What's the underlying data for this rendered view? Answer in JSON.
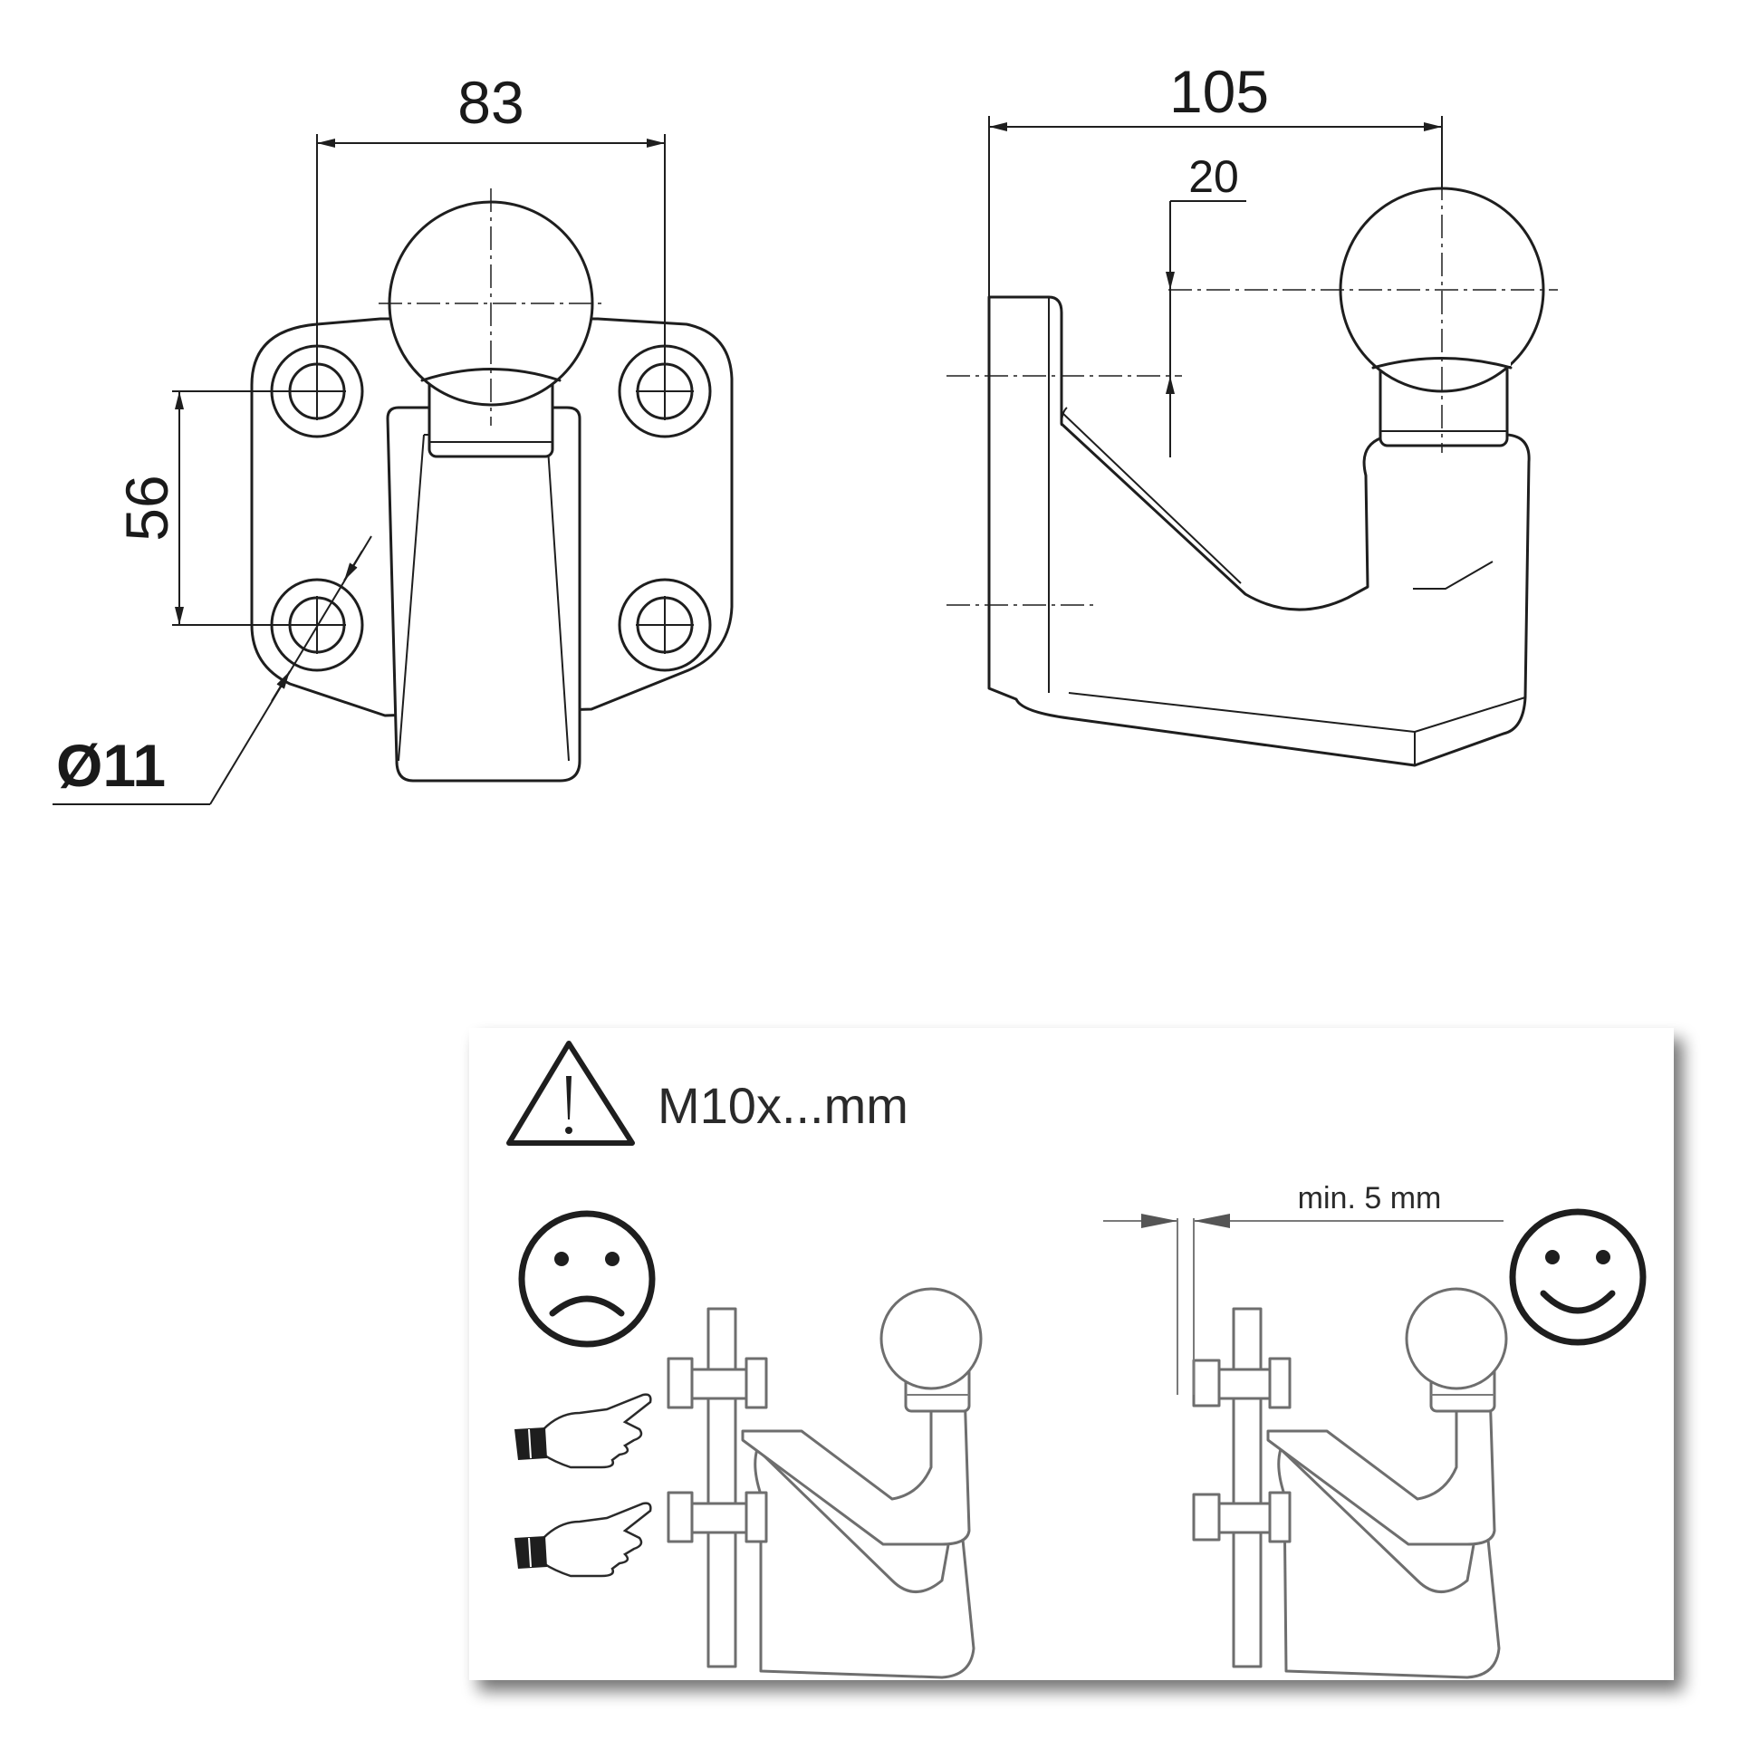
{
  "top_view": {
    "dim_width": "83",
    "dim_height": "56",
    "dim_hole": "Ø11"
  },
  "side_view": {
    "dim_length": "105",
    "dim_offset": "20"
  },
  "installation": {
    "bolt_spec": "M10x...mm",
    "clearance_label": "min. 5 mm",
    "wrong_face": "sad-face-icon",
    "right_face": "smiley-face-icon",
    "warning_icon": "warning-triangle-icon",
    "pointer_icon": "pointing-hand-icon"
  }
}
